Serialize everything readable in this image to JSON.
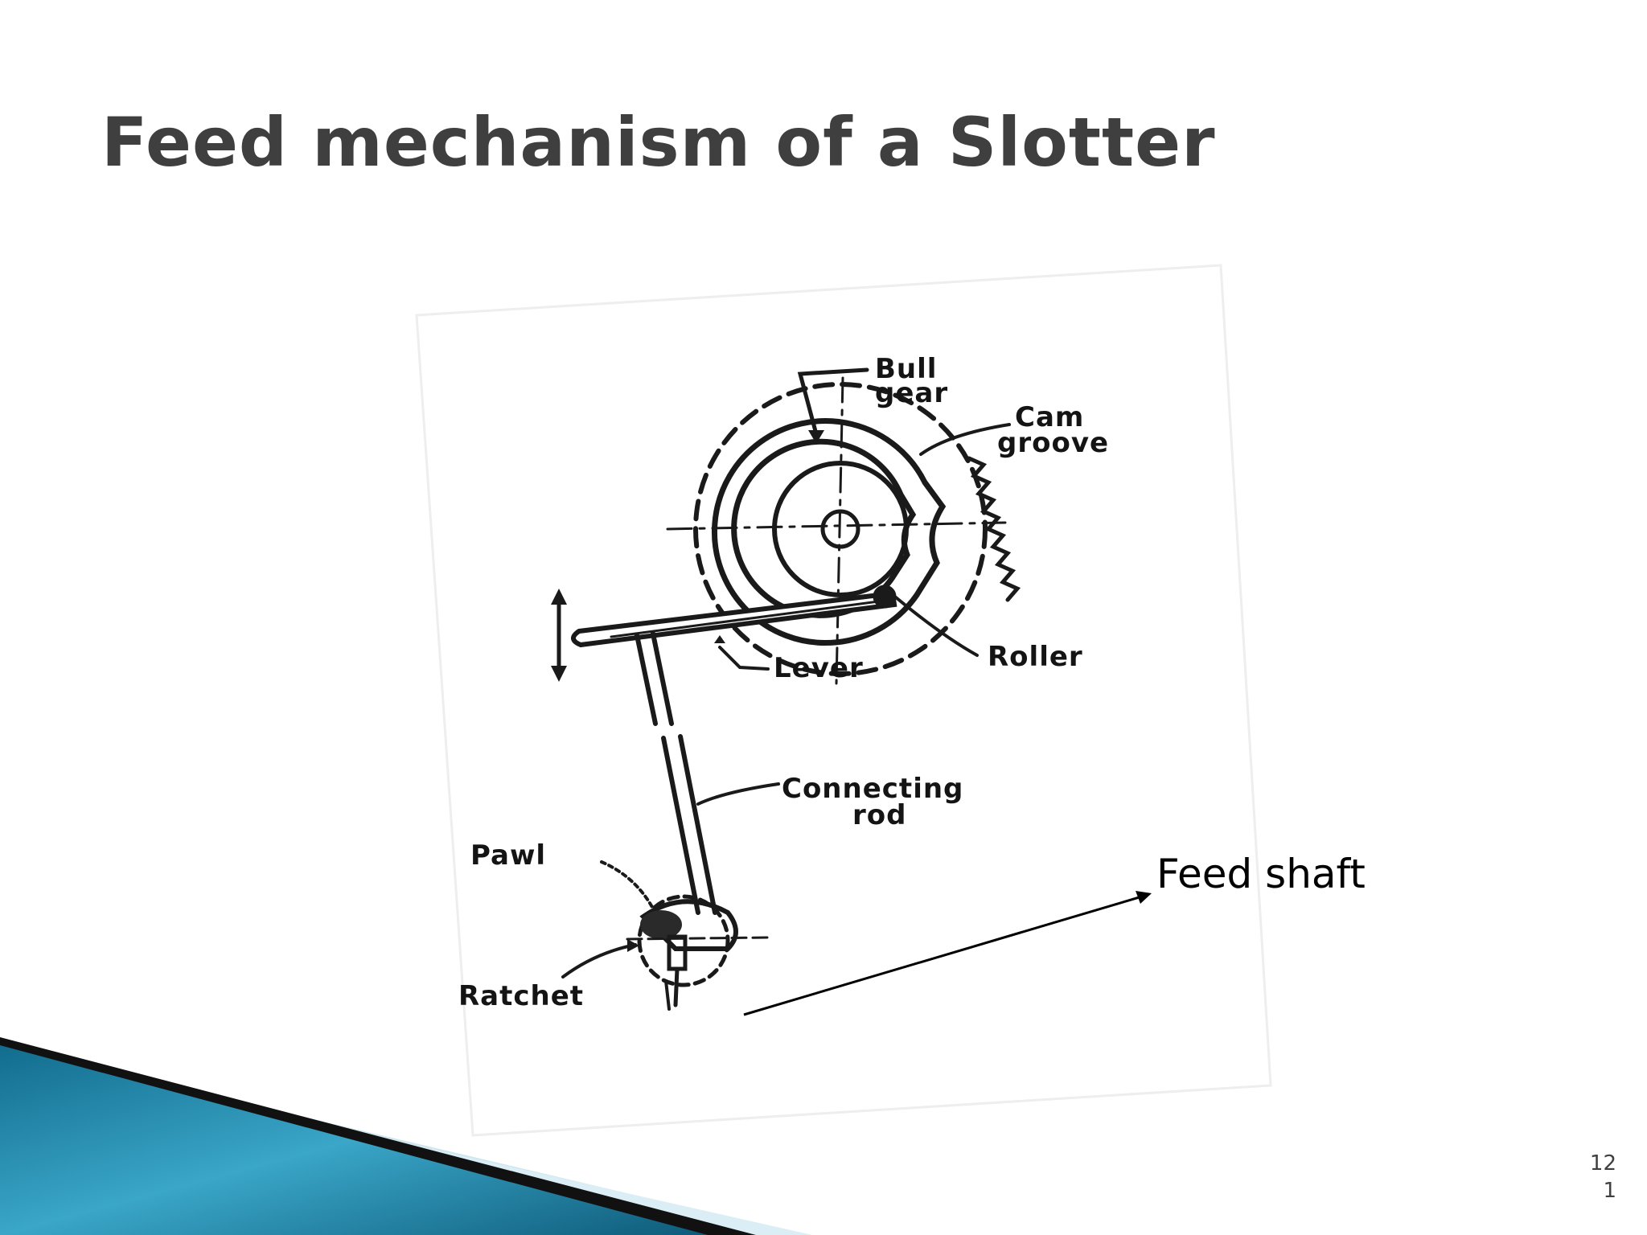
{
  "slide": {
    "title": "Feed mechanism of a Slotter",
    "callout": "Feed shaft",
    "page_number_line1": "12",
    "page_number_line2": "1"
  },
  "diagram": {
    "labels": {
      "bull_gear_line1": "Bull",
      "bull_gear_line2": "gear",
      "cam_groove_line1": "Cam",
      "cam_groove_line2": "groove",
      "roller": "Roller",
      "lever": "Lever",
      "connecting_rod_line1": "Connecting",
      "connecting_rod_line2": "rod",
      "pawl": "Pawl",
      "ratchet": "Ratchet"
    }
  },
  "colors": {
    "title": "#3f3f3f",
    "accent_blue": "#1e7fa8",
    "accent_light": "#cfe6ef",
    "accent_dark": "#111111"
  }
}
